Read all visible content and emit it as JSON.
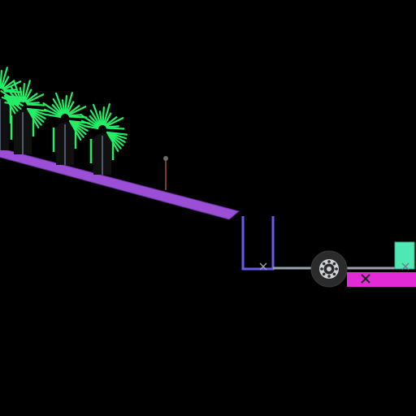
{
  "scene": {
    "background": "#000000",
    "ramp_color": "#9b4fd6",
    "ramp_edge_color": "#6a2fa0",
    "frond_color": "#22ee66",
    "frond_alt_color": "#00cc77",
    "trunk_color": "#101010",
    "cup_color": "#6a5ae8",
    "rod_color": "#9aa3ad",
    "wheel_outer_color": "#2b2b2b",
    "wheel_rim_color": "#cfd3d8",
    "cart_color": "#e22ad6",
    "box_color": "#4fe8b4",
    "pin_color": "#a0522d",
    "joint_marker_color": "#222222"
  },
  "objects": {
    "ramp": "ramp-plank",
    "palms": 4,
    "joints": [
      "revolute-joint",
      "revolute-joint",
      "revolute-joint",
      "weld-joint"
    ]
  }
}
